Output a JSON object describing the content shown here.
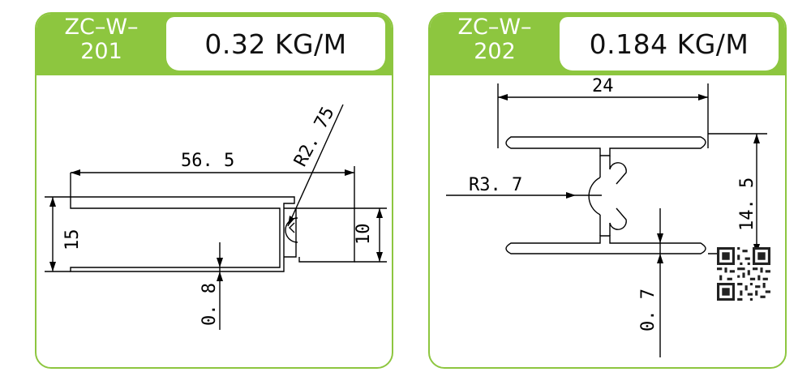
{
  "profiles": [
    {
      "code_line1": "ZC–W–",
      "code_line2": "201",
      "weight": "0.32 KG/M",
      "dimensions": {
        "width": "56. 5",
        "height": "15",
        "inner_height": "10",
        "thickness": "0. 8",
        "radius": "R2. 75"
      }
    },
    {
      "code_line1": "ZC–W–",
      "code_line2": "202",
      "weight": "0.184 KG/M",
      "dimensions": {
        "width": "24",
        "height": "14. 5",
        "thickness": "0. 7",
        "radius": "R3. 7"
      }
    }
  ],
  "colors": {
    "accent": "#8dc63f",
    "line": "#000000"
  },
  "icons": [
    "qr-code-icon"
  ]
}
